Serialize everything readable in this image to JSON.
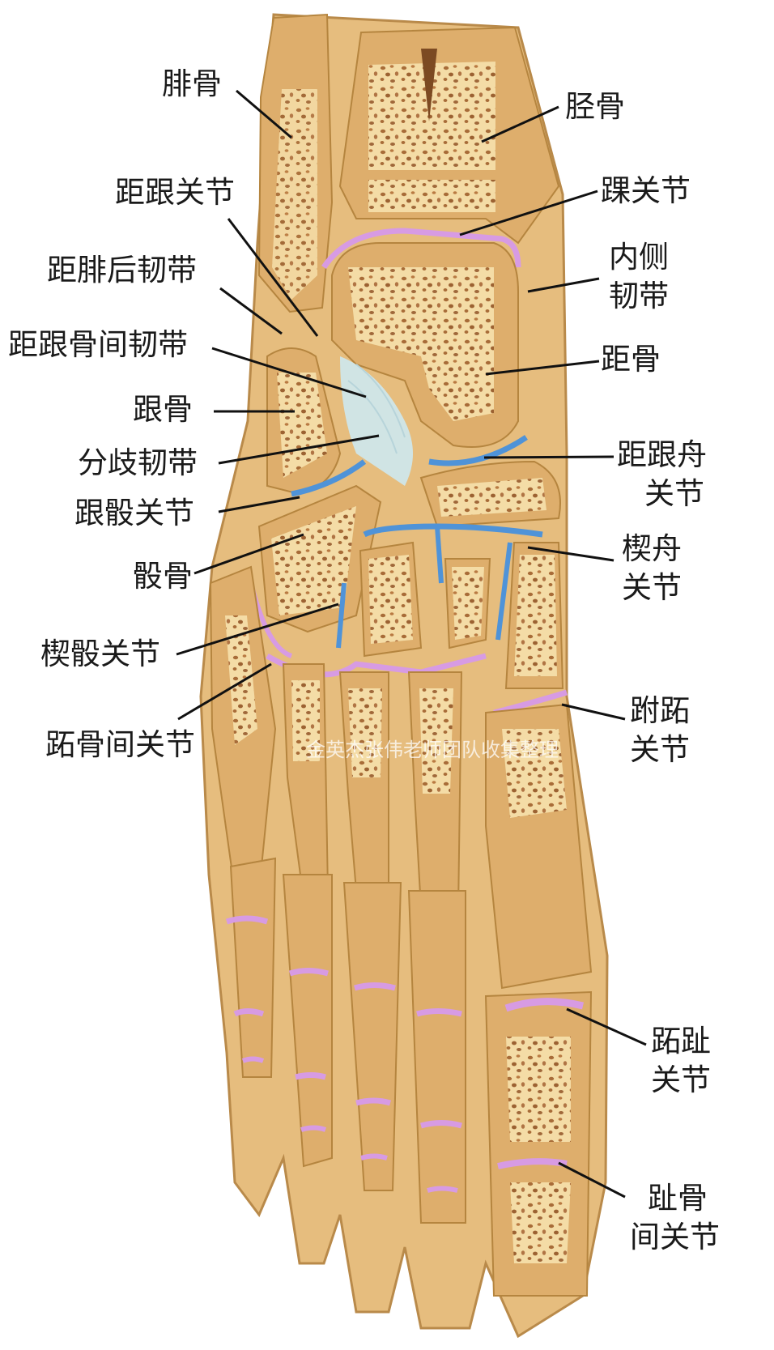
{
  "labels": {
    "fibula": "腓骨",
    "tibia": "胫骨",
    "subtalar_joint": "距跟关节",
    "ankle_joint": "踝关节",
    "post_talofibular_lig": "距腓后韧带",
    "medial_lig_1": "内侧",
    "medial_lig_2": "韧带",
    "interosseous_lig": "距跟骨间韧带",
    "talus": "距骨",
    "calcaneus": "跟骨",
    "bifurcate_lig": "分歧韧带",
    "tcn_joint_1": "距跟舟",
    "tcn_joint_2": "关节",
    "calcaneocuboid_joint": "跟骰关节",
    "cuneonavicular_1": "楔舟",
    "cuneonavicular_2": "关节",
    "cuboid": "骰骨",
    "cuneocuboid_joint": "楔骰关节",
    "intermetatarsal_joint": "跖骨间关节",
    "tmt_joint_1": "跗跖",
    "tmt_joint_2": "关节",
    "mtp_joint_1": "跖趾",
    "mtp_joint_2": "关节",
    "ip_joint_1": "趾骨",
    "ip_joint_2": "间关节"
  },
  "watermark": "金英杰张伟老师团队收集整理",
  "colors": {
    "bone_outer": "#e2b877",
    "bone_inner": "#f3d69a",
    "bone_shadow": "#c9974f",
    "marrow": "#a86c38",
    "cartilage_pink": "#d79be3",
    "cartilage_blue": "#4f93d8",
    "ligament": "#cfe6ea"
  }
}
